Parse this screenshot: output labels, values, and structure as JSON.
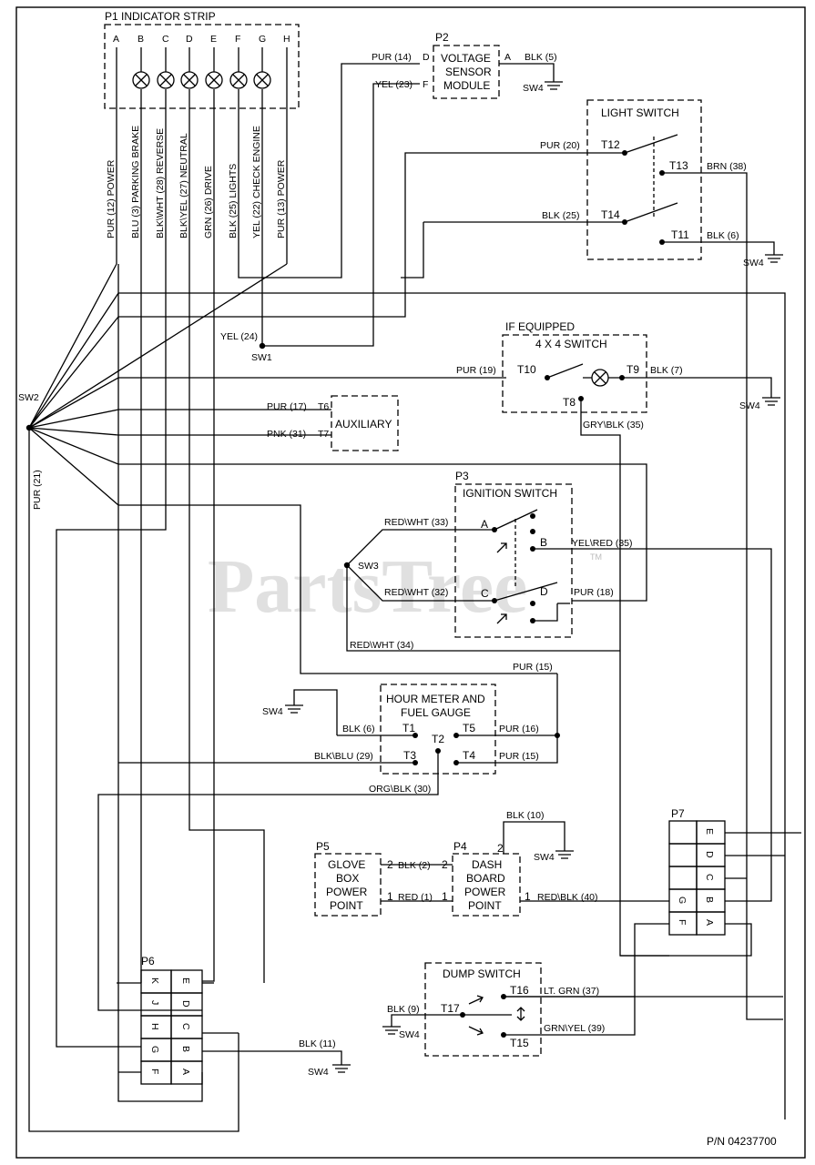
{
  "watermark": "PartsTree",
  "trademark": "TM",
  "part_number": "P/N 04237700",
  "p1": {
    "title": "P1 INDICATOR STRIP",
    "pins": [
      "A",
      "B",
      "C",
      "D",
      "E",
      "F",
      "G",
      "H"
    ],
    "wires": [
      "PUR (12) POWER",
      "BLU (3) PARKING BRAKE",
      "BLK\\WHT (28) REVERSE",
      "BLK\\YEL (27) NEUTRAL",
      "GRN (26) DRIVE",
      "BLK (25) LIGHTS",
      "YEL (22) CHECK ENGINE",
      "PUR (13) POWER"
    ]
  },
  "p2": {
    "ref": "P2",
    "line1": "VOLTAGE",
    "line2": "SENSOR",
    "line3": "MODULE",
    "pin_d": "D",
    "pin_f": "F",
    "pin_a": "A",
    "wire_d": "PUR (14)",
    "wire_f": "YEL (23)",
    "wire_a": "BLK (5)",
    "ground": "SW4"
  },
  "light_switch": {
    "title": "LIGHT SWITCH",
    "t12": "T12",
    "t13": "T13",
    "t14": "T14",
    "t11": "T11",
    "wire_t12": "PUR (20)",
    "wire_t14": "BLK (25)",
    "wire_t13": "BRN (38)",
    "wire_t11": "BLK (6)",
    "ground": "SW4"
  },
  "sw2": "SW2",
  "sw1": "SW1",
  "sw3": "SW3",
  "yel24": "YEL (24)",
  "pur21": "PUR (21)",
  "four_by_four": {
    "equipped": "IF EQUIPPED",
    "title": "4 X 4 SWITCH",
    "t10": "T10",
    "t9": "T9",
    "t8": "T8",
    "wire_t10": "PUR (19)",
    "wire_t9": "BLK (7)",
    "wire_t8": "GRY\\BLK (35)",
    "ground": "SW4"
  },
  "auxiliary": {
    "title": "AUXILIARY",
    "t6": "T6",
    "t7": "T7",
    "wire_t6": "PUR (17)",
    "wire_t7": "PNK (31)"
  },
  "ignition": {
    "ref": "P3",
    "title": "IGNITION SWITCH",
    "a": "A",
    "b": "B",
    "c": "C",
    "d": "D",
    "wire_a": "RED\\WHT (33)",
    "wire_c": "RED\\WHT (32)",
    "wire_b": "YEL\\RED (35)",
    "wire_d": "PUR (18)",
    "wire_34": "RED\\WHT (34)"
  },
  "hour_meter": {
    "line1": "HOUR METER AND",
    "line2": "FUEL GAUGE",
    "t1": "T1",
    "t2": "T2",
    "t3": "T3",
    "t4": "T4",
    "t5": "T5",
    "wire_pur15_top": "PUR (15)",
    "wire_t1": "BLK (6)",
    "wire_t3": "BLK\\BLU (29)",
    "wire_t5": "PUR (16)",
    "wire_t4": "PUR (15)",
    "wire_t2": "ORG\\BLK (30)",
    "ground": "SW4"
  },
  "p5": {
    "ref": "P5",
    "line1": "GLOVE",
    "line2": "BOX",
    "line3": "POWER",
    "line4": "POINT",
    "pin1": "1",
    "pin2": "2"
  },
  "p4": {
    "ref": "P4",
    "line1": "DASH",
    "line2": "BOARD",
    "line3": "POWER",
    "line4": "POINT",
    "pin1": "1",
    "pin2": "2",
    "pin2_top": "2",
    "wire_2": "BLK (2)",
    "wire_1": "RED (1)",
    "wire_10": "BLK (10)",
    "wire_40": "RED\\BLK (40)",
    "pin_num_2": "2",
    "pin_num_1": "1",
    "pin_num_1b": "1",
    "pin_num_2b": "2",
    "ground": "SW4"
  },
  "p7": {
    "ref": "P7",
    "rows": [
      [
        "",
        "E"
      ],
      [
        "",
        "D"
      ],
      [
        "",
        "C"
      ],
      [
        "G",
        "B"
      ],
      [
        "F",
        "A"
      ]
    ]
  },
  "dump": {
    "title": "DUMP SWITCH",
    "t16": "T16",
    "t17": "T17",
    "t15": "T15",
    "wire_t16": "LT. GRN (37)",
    "wire_t15": "GRN\\YEL (39)",
    "wire_t17": "BLK (9)",
    "ground": "SW4"
  },
  "p6": {
    "ref": "P6",
    "rows": [
      [
        "K",
        "E"
      ],
      [
        "J",
        "D"
      ],
      [
        "H",
        "C"
      ],
      [
        "G",
        "B"
      ],
      [
        "F",
        "A"
      ]
    ],
    "wire_11": "BLK (11)",
    "ground": "SW4"
  }
}
